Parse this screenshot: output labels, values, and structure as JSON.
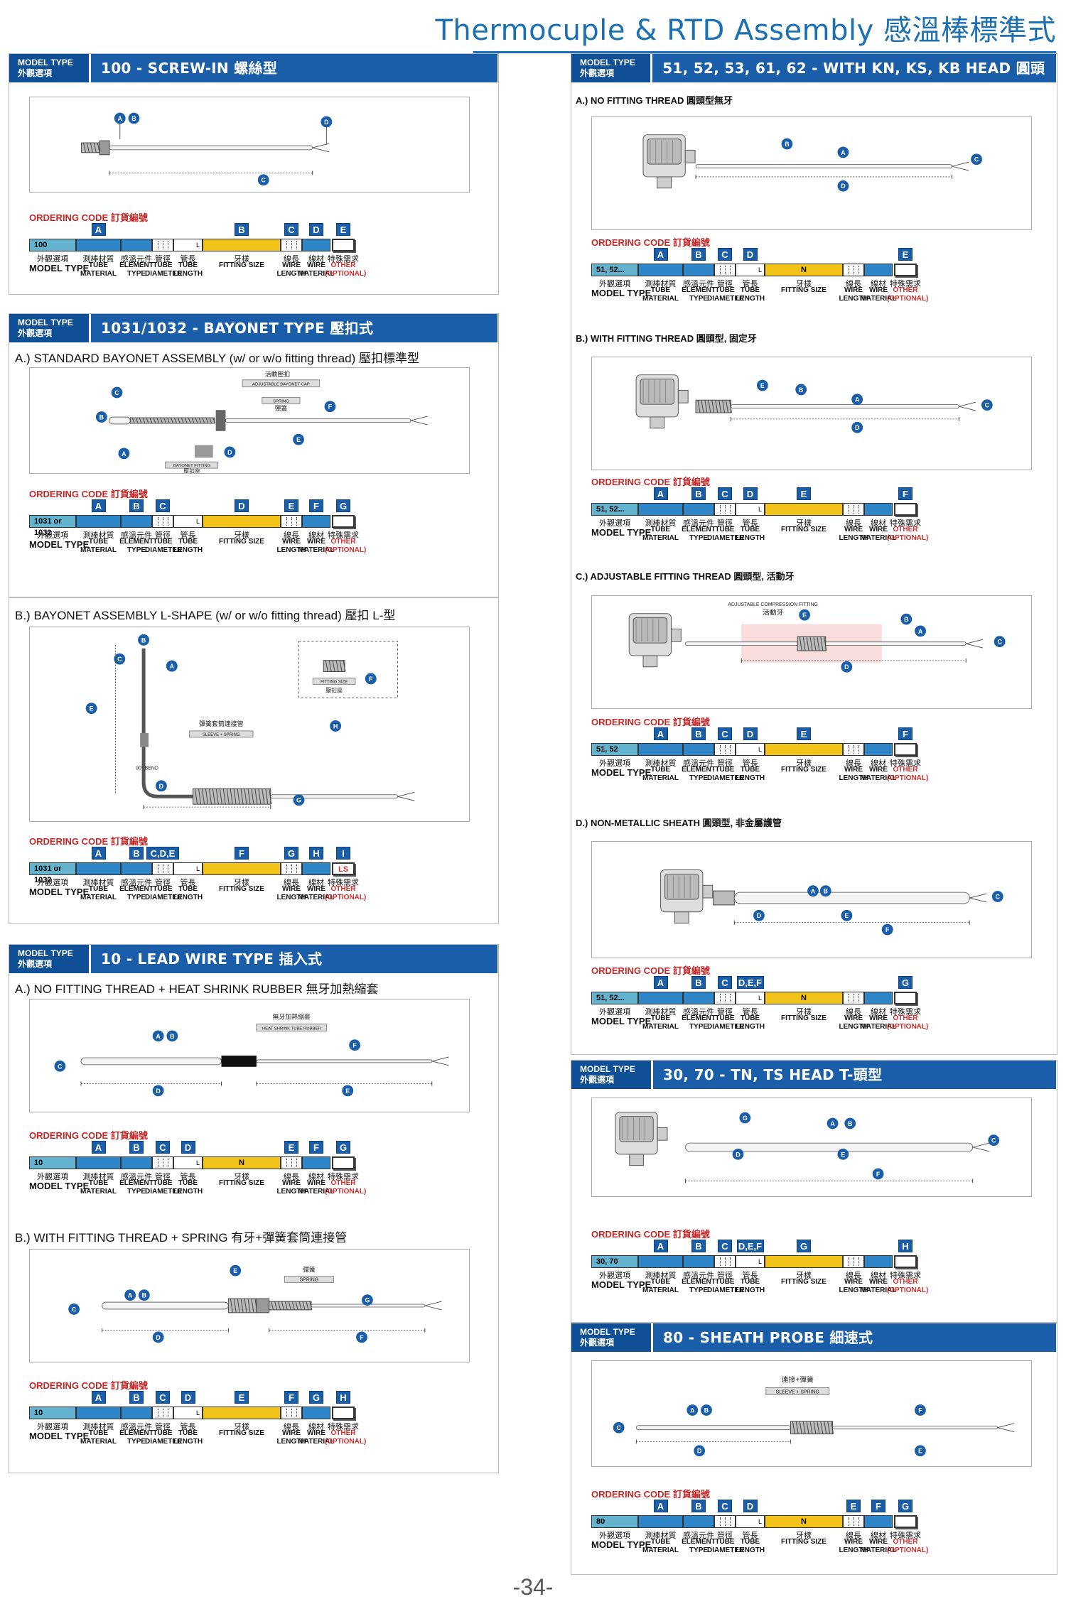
{
  "header": {
    "title": "Thermocuple & RTD Assembly 感溫棒標準式"
  },
  "page_number": "-34-",
  "model_type_label": [
    "MODEL TYPE",
    "外觀選項"
  ],
  "ordering_label": "ORDERING CODE 訂貨編號",
  "ordering_label_plain": "ORDERING CODE",
  "col_cn": {
    "mt": "外觀選項",
    "tm": "測棒材質",
    "et": "感溫元件",
    "td": "管徑",
    "tl": "管長",
    "fs": "牙樣",
    "wl": "線長",
    "wm": "線材",
    "op": "特殊需求"
  },
  "col_en": {
    "mt": "MODEL TYPE",
    "tm": "TUBE\nMATERIAL",
    "et": "ELEMENT\nTYPE",
    "td": "TUBE\nDIAMETER",
    "tl": "TUBE\nLENGTH",
    "fs": "FITTING SIZE",
    "wl": "WIRE\nLENGTH",
    "wm": "WIRE\nMATERIAL",
    "op": "OTHER\n(OPTIONAL)"
  },
  "left": {
    "p100": {
      "title": "100 - SCREW-IN 螺絲型",
      "code": "100",
      "letters": [
        "A",
        "B",
        "C",
        "D",
        "E"
      ]
    },
    "p1031": {
      "title": "1031/1032 - BAYONET TYPE 壓扣式",
      "a_sub": "A.) STANDARD BAYONET ASSEMBLY (w/ or w/o fitting thread) 壓扣標準型",
      "a_code": "1031 or 1032",
      "a_letters": [
        "A",
        "B",
        "C",
        "D",
        "E",
        "F",
        "G"
      ],
      "a_fig": {
        "cap_cn": "活動壓扣",
        "cap_en": "ADJUSTABLE BAYONET CAP",
        "spring_en": "SPRING",
        "spring_cn": "彈簧",
        "fit_en": "BAYONET FITTING",
        "fit_cn": "壓扣座"
      },
      "b_sub": "B.) BAYONET ASSEMBLY L-SHAPE (w/ or w/o fitting thread) 壓扣 L-型",
      "b_code": "1031 or 1032",
      "b_letters": [
        "A",
        "B",
        "C,D,E",
        "F",
        "G",
        "H",
        "I"
      ],
      "b_opt": "LS",
      "b_fig": {
        "sleeve_cn": "彈簧套筒連接管",
        "sleeve_en": "SLEEVE + SPRING",
        "bend": "90° BEND",
        "fs_en": "FITTING SIZE",
        "fs_cn": "壓扣座"
      }
    },
    "p10": {
      "title": "10 - LEAD WIRE TYPE 插入式",
      "a_sub": "A.) NO FITTING THREAD + HEAT SHRINK RUBBER 無牙加熱縮套",
      "a_code": "10",
      "a_letters": [
        "A",
        "B",
        "C",
        "D",
        "E",
        "F",
        "G"
      ],
      "a_fs": "N",
      "a_fig": {
        "hs_cn": "無牙加熱縮套",
        "hs_en": "HEAT SHRINK TUBE RUBBER"
      },
      "b_sub": "B.) WITH FITTING THREAD + SPRING 有牙+彈簧套筒連接管",
      "b_code": "10",
      "b_letters": [
        "A",
        "B",
        "C",
        "D",
        "E",
        "F",
        "G",
        "H"
      ],
      "b_fig": {
        "sp_cn": "彈簧",
        "sp_en": "SPRING"
      }
    }
  },
  "right": {
    "p51": {
      "title": "51, 52, 53, 61, 62 - WITH KN, KS, KB HEAD 圓頭型",
      "a_sub": "A.) NO FITTING THREAD   圓頭型無牙",
      "a_code": "51, 52...",
      "a_letters": [
        "A",
        "B",
        "C",
        "D",
        "E"
      ],
      "a_fs": "N",
      "b_sub": "B.) WITH FITTING THREAD   圓頭型, 固定牙",
      "b_code": "51, 52...",
      "b_letters": [
        "A",
        "B",
        "C",
        "D",
        "E",
        "F"
      ],
      "c_sub": "C.) ADJUSTABLE FITTING THREAD   圓頭型, 活動牙",
      "c_code": "51, 52",
      "c_letters": [
        "A",
        "B",
        "C",
        "D",
        "E",
        "F"
      ],
      "c_fig": {
        "en": "ADJUSTABLE COMPRESSION FITTING",
        "cn": "活動牙"
      },
      "d_sub": "D.) NON-METALLIC SHEATH   圓頭型, 非金屬護管",
      "d_code": "51, 52...",
      "d_letters": [
        "A",
        "B",
        "C",
        "D,E,F",
        "G"
      ],
      "d_fs": "N"
    },
    "p30": {
      "title": "30, 70 - TN, TS HEAD T-頭型",
      "code": "30, 70",
      "letters": [
        "A",
        "B",
        "C",
        "D,E,F",
        "G",
        "H"
      ]
    },
    "p80": {
      "title": "80 - SHEATH PROBE 細速式",
      "code": "80",
      "letters": [
        "A",
        "B",
        "C",
        "D",
        "E",
        "F",
        "G"
      ],
      "fs": "N",
      "fig": {
        "cn": "連接+彈簧",
        "en": "SLEEVE + SPRING"
      }
    }
  }
}
